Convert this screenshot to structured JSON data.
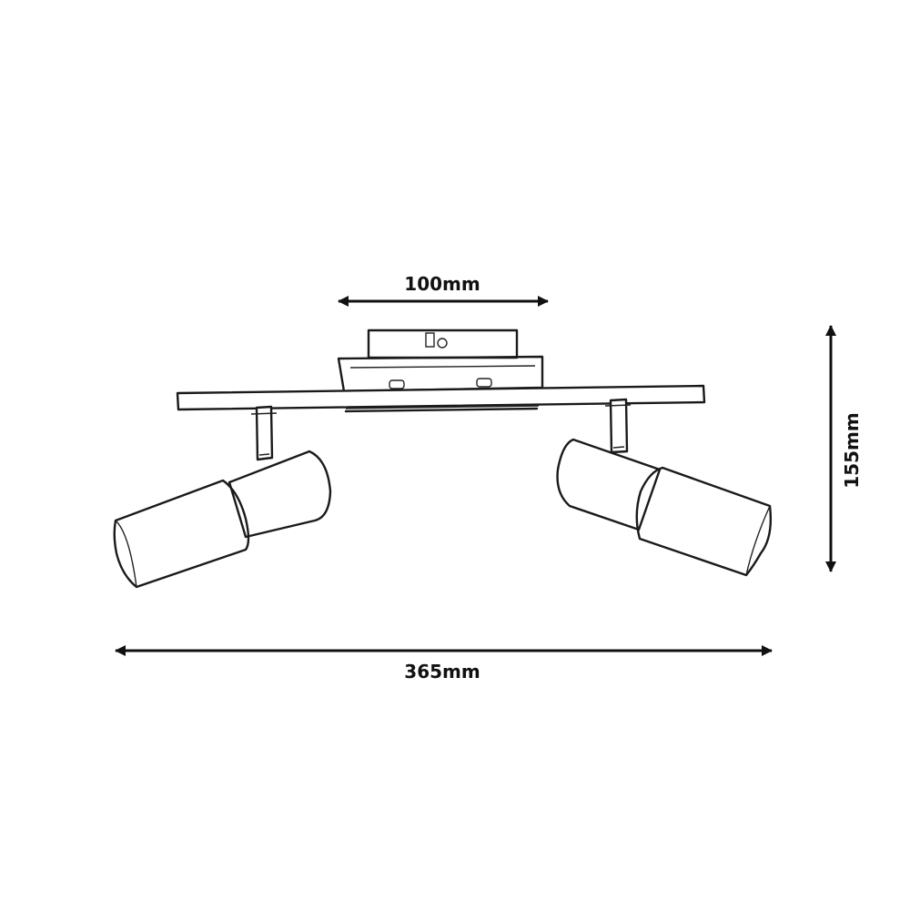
{
  "dimensions": {
    "canopy_width": "100mm",
    "total_height": "155mm",
    "total_width": "365mm"
  },
  "colors": {
    "line": "#1a1a1a",
    "background": "#ffffff"
  }
}
